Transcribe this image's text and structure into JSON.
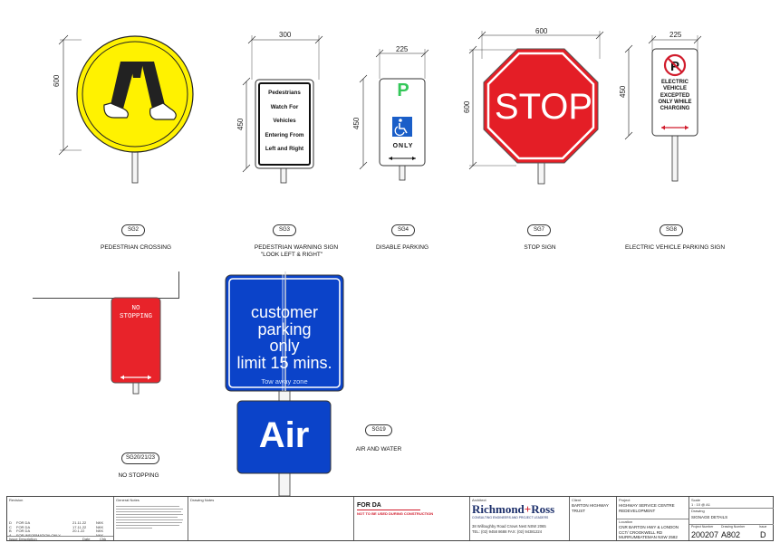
{
  "dimensions": {
    "sg2_height": "600",
    "sg3_width": "300",
    "sg3_height": "450",
    "sg4_width": "225",
    "sg4_height": "450",
    "sg7_width": "600",
    "sg7_height": "600",
    "sg8_width": "225",
    "sg8_height": "450"
  },
  "signs": {
    "sg3_lines": [
      "Pedestrians",
      "Watch For",
      "Vehicles",
      "Entering From",
      "Left and Right"
    ],
    "sg4_p": "P",
    "sg4_only": "ONLY",
    "sg7_stop": "STOP",
    "sg8_lines": [
      "ELECTRIC",
      "VEHICLE",
      "EXCEPTED",
      "ONLY WHILE",
      "CHARGING"
    ],
    "no_stopping_lines": [
      "NO",
      "STOPPING"
    ],
    "customer_lines": [
      "customer",
      "parking",
      "only",
      "limit 15 mins."
    ],
    "customer_small": "Tow away zone",
    "air": "Air"
  },
  "tags": {
    "sg2": "SG2",
    "sg3": "SG3",
    "sg4": "SG4",
    "sg7": "SG7",
    "sg8": "SG8",
    "sg20": "SG20/21/23",
    "sg19": "SG19"
  },
  "captions": {
    "sg2": "PEDESTRIAN CROSSING",
    "sg3_line1": "PEDESTRIAN WARNING SIGN",
    "sg3_line2": "\"LOOK LEFT & RIGHT\"",
    "sg4": "DISABLE PARKING",
    "sg7": "STOP SIGN",
    "sg8": "ELECTRIC VEHICLE PARKING SIGN",
    "sg20": "NO STOPPING",
    "sg19": "AIR AND WATER"
  },
  "title_block": {
    "revision_label": "Revision",
    "general_notes_label": "General Notes",
    "drawing_notes_label": "Drawing Notes",
    "issue_description_label": "Issue Description",
    "date_label": "Date",
    "chk_label": "Chk",
    "issues": [
      {
        "rev": "D",
        "desc": "FOR DA",
        "date": "21.11.22",
        "chk": "NKK"
      },
      {
        "rev": "C",
        "desc": "FOR DA",
        "date": "17.11.22",
        "chk": "NKK"
      },
      {
        "rev": "B",
        "desc": "FOR DA",
        "date": "20.1.22",
        "chk": "NKK"
      },
      {
        "rev": "A",
        "desc": "FOR INFORMATION ONLY",
        "date": "",
        "chk": "NKK"
      }
    ],
    "status": "FOR DA",
    "status_sub": "NOT TO BE USED DURING CONSTRUCTION",
    "architect_label": "Architect",
    "firm_name_a": "Richmond",
    "firm_name_plus": "+",
    "firm_name_b": "Ross",
    "firm_tagline": "CONSULTING ENGINEERS AND PROJECT LEADERS",
    "firm_address": "38 Willoughby Road   Crows Nest   NSW 2065",
    "firm_phone": "TEL: (02) 9458 8688      FAX: (02) 94381224",
    "client_label": "Client",
    "client_name": "BARTON HIGHWAY TRUST",
    "project_label": "Project",
    "project_name": "HIGHWAY SERVICE CENTRE REDEVELOPMENT",
    "location_label": "Location",
    "location_name": "CNR BARTON HWY & LONDON CCT/ CROOKWELL RD MURRUMBATEMAN NSW 2582",
    "scale_label": "Scale",
    "scale_value": "1 : 10 @ A1",
    "drawing_label": "Drawing",
    "drawing_title": "SIGNAGE DETAILS",
    "project_number_label": "Project Number",
    "drawing_number_label": "Drawing Number",
    "issue_label": "Issue",
    "project_number": "200207",
    "drawing_number": "A802",
    "issue": "D"
  },
  "colors": {
    "sign_yellow": "#fff200",
    "stop_red": "#e41e26",
    "no_stopping_red": "#e8232a",
    "sign_blue": "#0b43c9",
    "accessible_blue": "#1a5ec8",
    "parking_green": "#34c759",
    "firm_navy": "#1c2f6b",
    "firm_red": "#d11c2c"
  }
}
